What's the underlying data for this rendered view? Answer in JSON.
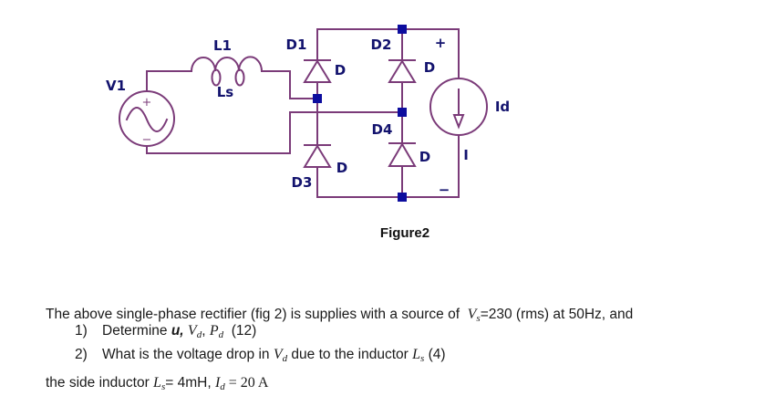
{
  "figure": {
    "caption": "Figure2",
    "colors": {
      "wire": "#7B3B79",
      "node": "#0D0D9E",
      "label": "#13136E"
    },
    "labels": {
      "v1": "V1",
      "l1": "L1",
      "ls": "Ls",
      "d1": "D1",
      "d2": "D2",
      "d3": "D3",
      "d4": "D4",
      "d": "D",
      "id": "Id",
      "i": "I",
      "src_plus": "+",
      "src_minus": "−",
      "out_plus": "+",
      "out_minus": "−"
    }
  },
  "body": {
    "p_line1": {
      "pre": "The above single-phase rectifier (fig 2) is supplies with a source of  ",
      "var1": "V",
      "sub1": "s",
      "post": "=230 (rms) at 50Hz, and"
    },
    "p_line2": {
      "pre": "the side inductor ",
      "var1": "L",
      "sub1": "s",
      "mid": "= 4mH, ",
      "var2": "I",
      "sub2": "d",
      "post": " = 20 A"
    },
    "item1": {
      "num": "1)",
      "pre": "Determine ",
      "u": "u, ",
      "var1": "V",
      "sub1": "d",
      "sep": ", ",
      "var2": "P",
      "sub2": "d",
      "post": "  (12)"
    },
    "item2": {
      "num": "2)",
      "pre": "What is the voltage drop in ",
      "var1": "V",
      "sub1": "d",
      "mid": " due to the inductor ",
      "var2": "L",
      "sub2": "s",
      "post": " (4)"
    }
  }
}
